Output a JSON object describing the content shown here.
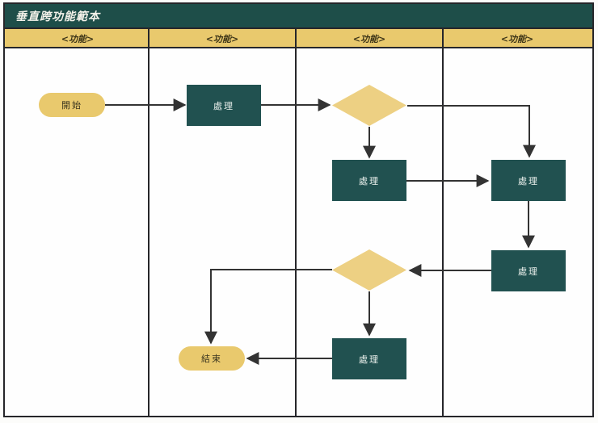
{
  "title": "垂直跨功能範本",
  "lanes": [
    {
      "label": "<功能>"
    },
    {
      "label": "<功能>"
    },
    {
      "label": "<功能>"
    },
    {
      "label": "<功能>"
    }
  ],
  "nodes": [
    {
      "id": "start",
      "type": "terminator",
      "label": "開始",
      "lane": 1
    },
    {
      "id": "process-1",
      "type": "process",
      "label": "處理",
      "lane": 2
    },
    {
      "id": "decision-1",
      "type": "decision",
      "label": "",
      "lane": 3
    },
    {
      "id": "process-2",
      "type": "process",
      "label": "處理",
      "lane": 3
    },
    {
      "id": "process-3",
      "type": "process",
      "label": "處理",
      "lane": 4
    },
    {
      "id": "process-4",
      "type": "process",
      "label": "處理",
      "lane": 4
    },
    {
      "id": "decision-2",
      "type": "decision",
      "label": "",
      "lane": 3
    },
    {
      "id": "process-5",
      "type": "process",
      "label": "處理",
      "lane": 3
    },
    {
      "id": "end",
      "type": "terminator",
      "label": "結束",
      "lane": 2
    }
  ],
  "edges": [
    {
      "from": "start",
      "to": "process-1"
    },
    {
      "from": "process-1",
      "to": "decision-1"
    },
    {
      "from": "decision-1",
      "to": "process-2"
    },
    {
      "from": "decision-1",
      "to": "process-3"
    },
    {
      "from": "process-2",
      "to": "process-3"
    },
    {
      "from": "process-3",
      "to": "process-4"
    },
    {
      "from": "process-4",
      "to": "decision-2"
    },
    {
      "from": "decision-2",
      "to": "process-5"
    },
    {
      "from": "decision-2",
      "to": "end"
    },
    {
      "from": "process-5",
      "to": "end"
    }
  ],
  "colors": {
    "title_bar": "#1e4e49",
    "process_fill": "#215150",
    "lane_header_fill": "#e9c96d",
    "terminator_fill": "#e9c96d",
    "decision_fill": "#edd083",
    "connector": "#333333",
    "border": "#26262a"
  }
}
